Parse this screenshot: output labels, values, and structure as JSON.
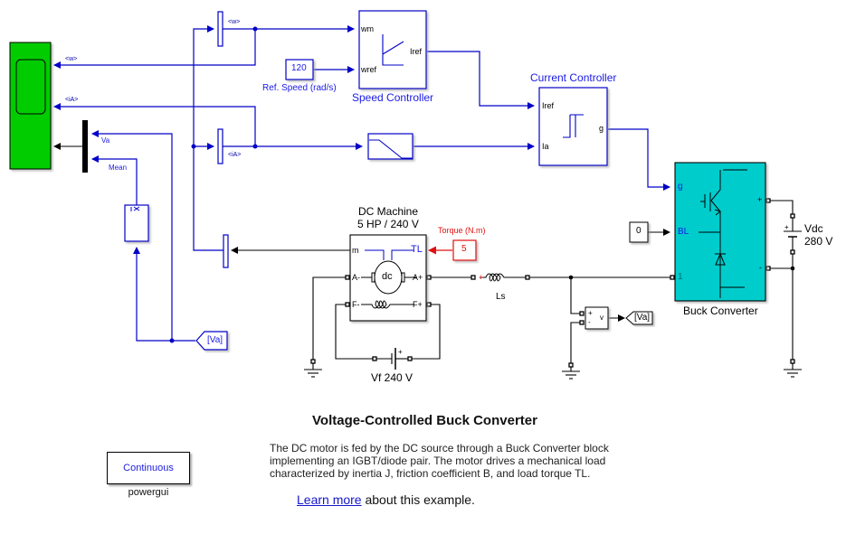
{
  "diagram": {
    "title": "Voltage-Controlled Buck Converter",
    "description": "The DC motor is fed by the DC source through a Buck Converter block implementing an IGBT/diode pair. The motor drives a mechanical load characterized by inertia J, friction coefficient B, and load torque TL.",
    "learn_more": {
      "link_text": "Learn more",
      "suffix": " about this example."
    },
    "colors": {
      "signal_line": "#0000c8",
      "physical_line": "#000000",
      "scope_fill": "#00cc00",
      "converter_fill": "#00cccc",
      "torque_red": "#e01010"
    }
  },
  "blocks": {
    "scope": {
      "name": "Scope",
      "icon": "scope-icon"
    },
    "selector_w": {
      "label": "<w>"
    },
    "selector_ia": {
      "label": "<iA>"
    },
    "scope_in_w": {
      "label": "<w>"
    },
    "scope_in_ia": {
      "label": "<iA>"
    },
    "mux": {
      "in1": "Va",
      "in2": "Mean"
    },
    "speed_ref": {
      "value": "120",
      "label": "Ref. Speed (rad/s)"
    },
    "speed_controller": {
      "name": "Speed Controller",
      "in1": "wm",
      "in2": "wref",
      "out": "Iref"
    },
    "current_controller": {
      "name": "Current Controller",
      "in1": "Iref",
      "in2": "Ia",
      "out": "g"
    },
    "buck_converter": {
      "name": "Buck Converter",
      "in_g": "g",
      "in_bl": "BL",
      "port1": "1",
      "plus": "+",
      "minus": "-"
    },
    "bl_const": {
      "value": "0"
    },
    "dc_machine": {
      "name_line1": "DC Machine",
      "name_line2": "5 HP / 240 V",
      "port_m": "m",
      "port_tl": "TL",
      "port_am": "A-",
      "port_ap": "A+",
      "port_fm": "F-",
      "port_fp": "F+",
      "icon_text": "dc"
    },
    "torque": {
      "value": "5",
      "label": "Torque (N.m)"
    },
    "inductor": {
      "name": "Ls"
    },
    "field_source": {
      "name": "Vf 240 V"
    },
    "vdc": {
      "name_line1": "Vdc",
      "name_line2": "280 V"
    },
    "voltmeter": {
      "plus": "+",
      "minus": "-",
      "out": "v"
    },
    "goto_va": {
      "tag": "[Va]"
    },
    "from_va": {
      "tag": "[Va]"
    },
    "powergui": {
      "mode": "Continuous",
      "name": "powergui"
    }
  }
}
